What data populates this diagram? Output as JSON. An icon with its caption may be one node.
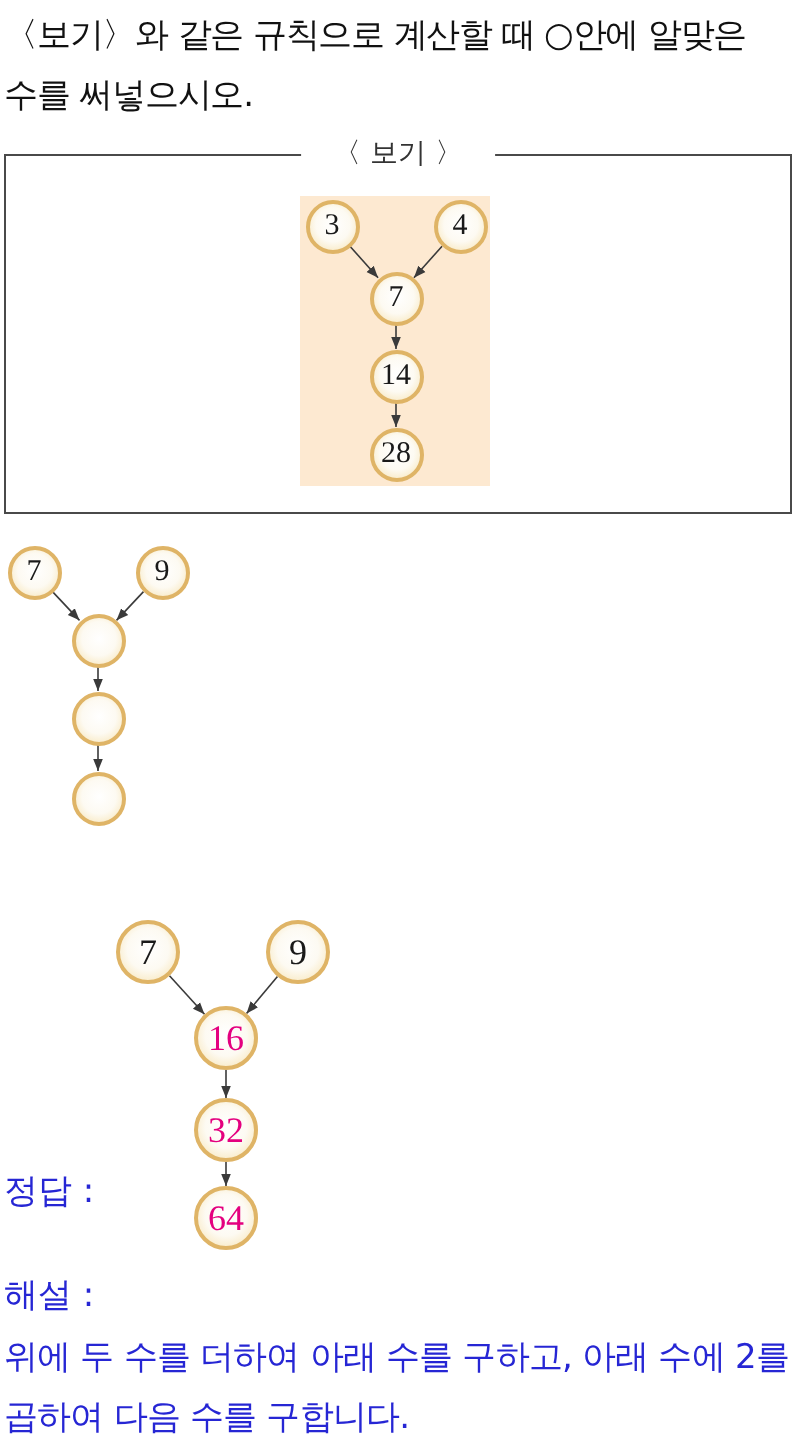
{
  "diagram": {
    "nodes": [
      {
        "text": [
          "〈 보기 〉"
        ]
      },
      {
        "text": [],
        "shape": "box",
        "in": 0
      },
      {
        "text": [
          "3"
        ],
        "in": 1
      },
      {
        "text": [
          "4"
        ],
        "in": 1
      },
      {
        "text": [
          "7"
        ],
        "in": 1
      },
      {
        "text": [
          "14"
        ],
        "in": 1
      },
      {
        "text": [
          "28"
        ],
        "in": 1
      },
      {
        "text": [
          "7"
        ]
      },
      {
        "text": [
          "9"
        ]
      },
      {
        "text": [],
        "shape": "circle"
      },
      {
        "text": [],
        "shape": "circle"
      },
      {
        "text": [],
        "shape": "circle"
      },
      {
        "text": [
          "7"
        ]
      },
      {
        "text": [
          "9"
        ]
      },
      {
        "text": [
          "16"
        ]
      },
      {
        "text": [
          "32"
        ]
      },
      {
        "text": [
          "64"
        ]
      }
    ],
    "edges": [
      {
        "from": 2,
        "to": 4,
        "arrow": "to"
      },
      {
        "from": 3,
        "to": 4,
        "arrow": "to"
      },
      {
        "from": 4,
        "to": 5,
        "arrow": "to"
      },
      {
        "from": 5,
        "to": 6,
        "arrow": "to"
      },
      {
        "from": 7,
        "to": 9,
        "arrow": "to"
      },
      {
        "from": 8,
        "to": 9,
        "arrow": "to"
      },
      {
        "from": 9,
        "to": 10,
        "arrow": "to"
      },
      {
        "from": 10,
        "to": 11,
        "arrow": "to"
      },
      {
        "from": 12,
        "to": 14,
        "arrow": "to"
      },
      {
        "from": 13,
        "to": 14,
        "arrow": "to"
      },
      {
        "from": 14,
        "to": 15,
        "arrow": "to"
      },
      {
        "from": 15,
        "to": 16,
        "arrow": "to"
      }
    ],
    "labels": [
      "〈보기〉와 같은 규칙으로 계산할 때 ○안에 알맞은 수를 써넣으시오.",
      "정답 :",
      "해설 :",
      "위에 두 수를 더하여 아래 수를 구하고, 아래 수에 2를 곱하여 다음 수를 구합니다."
    ]
  }
}
